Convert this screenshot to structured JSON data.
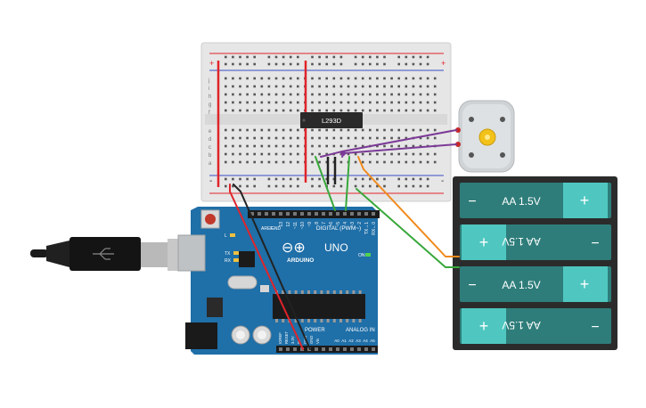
{
  "breadboard": {
    "row_letters_top": [
      "j",
      "i",
      "h",
      "g",
      "f"
    ],
    "row_letters_bottom": [
      "e",
      "d",
      "c",
      "b",
      "a"
    ],
    "rail_plus": "+",
    "rail_minus": "-"
  },
  "chip": {
    "label": "L293D"
  },
  "arduino": {
    "logo_symbol": "⊖⊕",
    "brand": "ARDUINO",
    "model": "UNO",
    "digital_label": "DIGITAL (PWM~)",
    "power_label": "POWER",
    "analog_label": "ANALOG IN",
    "tx_label": "TX",
    "rx_label": "RX",
    "on_label": "ON",
    "l_label": "L",
    "aref_label": "AREF",
    "gnd_label": "GND",
    "top_pins": [
      "13",
      "12",
      "~11",
      "~10",
      "~9",
      "8",
      "7",
      "~6",
      "~5",
      "4",
      "~3",
      "2",
      "TX→1",
      "RX←0"
    ],
    "power_pins": [
      "IOREF",
      "RESET",
      "3.3V",
      "5V",
      "GND",
      "GND",
      "Vin"
    ],
    "analog_pins": [
      "A0",
      "A1",
      "A2",
      "A3",
      "A4",
      "A5"
    ]
  },
  "batteries": [
    {
      "label": "AA 1.5V",
      "plus": "+",
      "minus": "−",
      "flipped": false
    },
    {
      "label": "AA 1.5V",
      "plus": "+",
      "minus": "−",
      "flipped": true
    },
    {
      "label": "AA 1.5V",
      "plus": "+",
      "minus": "−",
      "flipped": false
    },
    {
      "label": "AA 1.5V",
      "plus": "+",
      "minus": "−",
      "flipped": true
    }
  ],
  "colors": {
    "board": "#1f6fa8",
    "breadboard": "#e9e9e9",
    "battery": "#2e7d7a",
    "battery_terminal": "#4fc7c0",
    "wire_red": "#e0242a",
    "wire_black": "#222222",
    "wire_green": "#38a83a",
    "wire_orange": "#f08a1c",
    "wire_purple": "#7b3a96"
  }
}
